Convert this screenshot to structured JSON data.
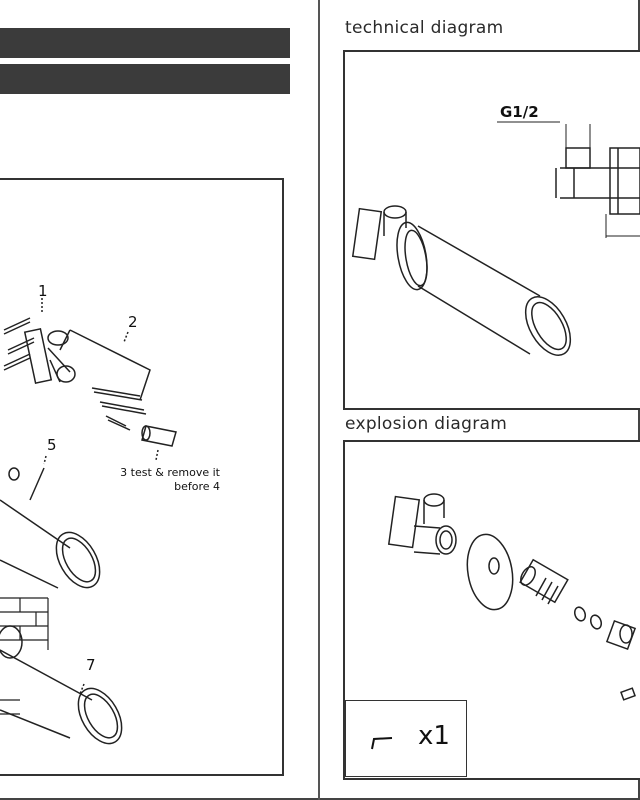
{
  "technical": {
    "title": "technical diagram",
    "dimension": "G1/2"
  },
  "explosion": {
    "title": "explosion diagram"
  },
  "callouts": {
    "c1": "1",
    "c2": "2",
    "c5": "5",
    "c7": "7"
  },
  "note": {
    "line1": "3 test & remove it",
    "line2": "before 4"
  },
  "accessory": {
    "quantity": "x1",
    "icon": "allen-key-icon"
  }
}
